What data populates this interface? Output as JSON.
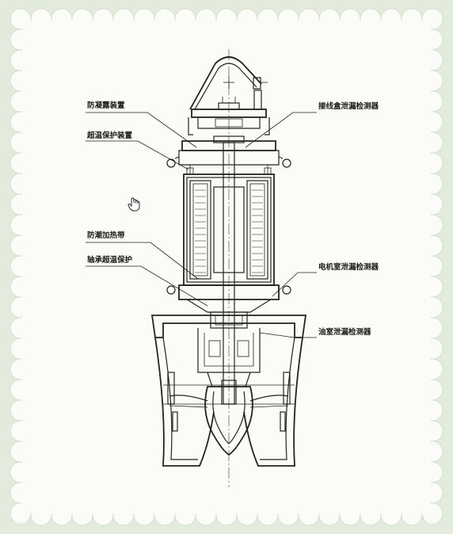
{
  "labels": {
    "anti_condensation": "防凝露装置",
    "over_temp_protection": "超温保护装置",
    "junction_box_leak": "接线盒泄漏检测器",
    "moisture_heater": "防潮加热带",
    "bearing_over_temp": "轴承超温保护",
    "motor_room_leak": "电机室泄漏检测器",
    "oil_room_leak": "油室泄漏检测器"
  },
  "colors": {
    "frame_bg": "#e3ebdd",
    "paper": "#fbfcf8",
    "line": "#222222",
    "scallop_edge": "#d7dfd0"
  },
  "cursor_icon": "hand-pointer-icon"
}
